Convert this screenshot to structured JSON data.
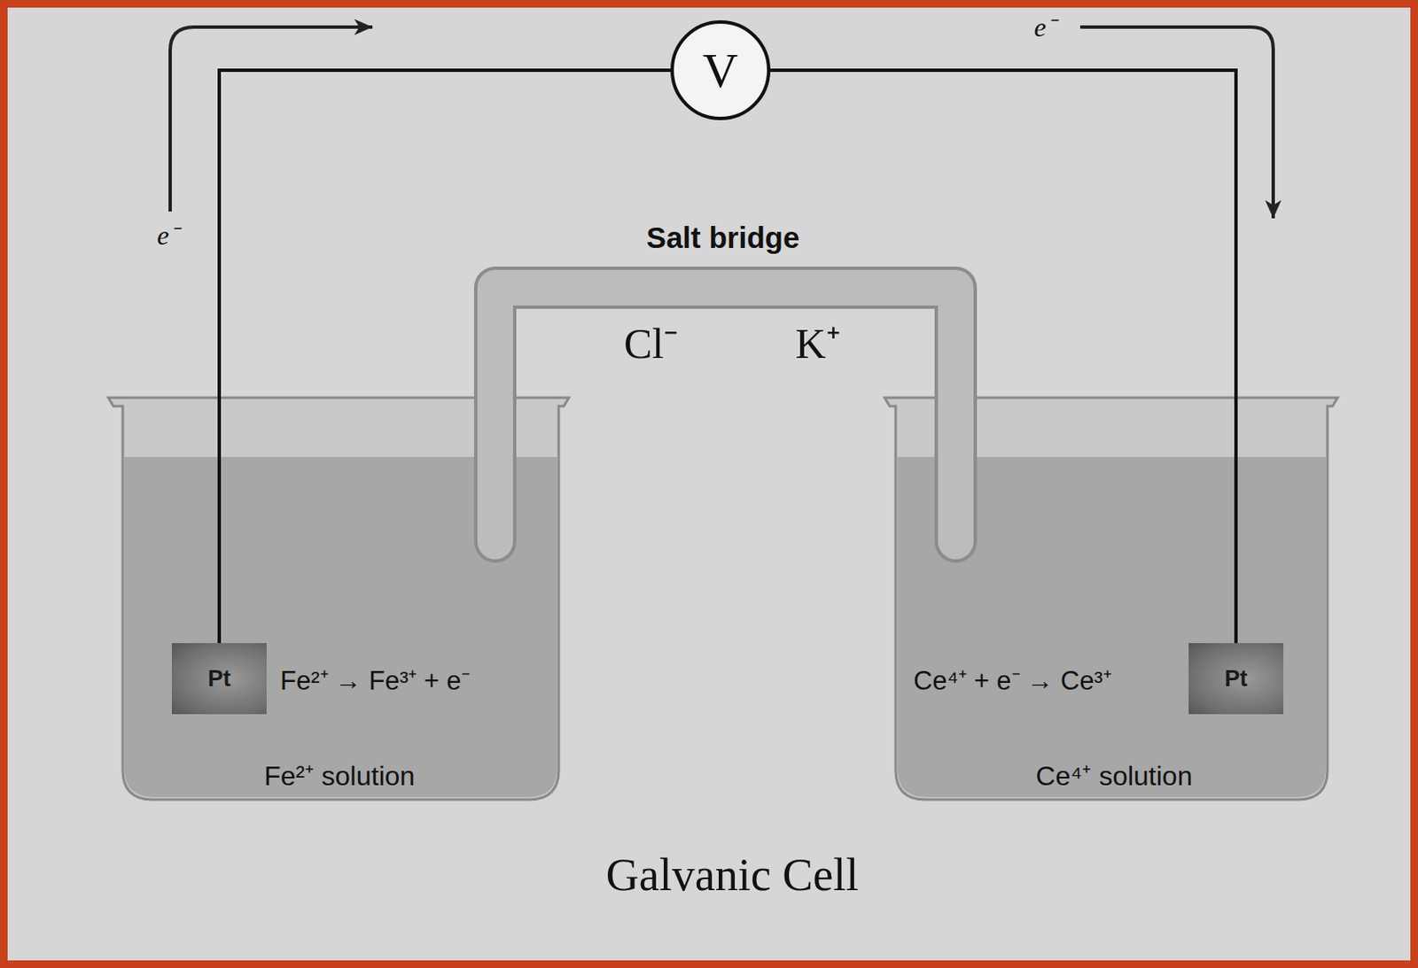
{
  "diagram": {
    "caption": "Galvanic Cell",
    "nodes": [
      {
        "text": [
          "V"
        ]
      },
      {
        "text": [
          "Fe²⁺ → Fe³⁺ + e⁻",
          "Fe²⁺ solution"
        ]
      },
      {
        "text": [
          "Pt"
        ],
        "in": 1
      },
      {
        "text": [
          "Ce⁴⁺ + e⁻ → Ce³⁺",
          "Ce⁴⁺ solution"
        ]
      },
      {
        "text": [
          "Pt"
        ],
        "in": 3
      }
    ],
    "edges": [
      {
        "from": 2,
        "to": 0,
        "arrow": "none"
      },
      {
        "from": 0,
        "to": 4,
        "arrow": "none"
      }
    ],
    "labels": [
      "e⁻",
      "e⁻",
      "Salt bridge",
      "Cl⁻",
      "K⁺"
    ]
  }
}
